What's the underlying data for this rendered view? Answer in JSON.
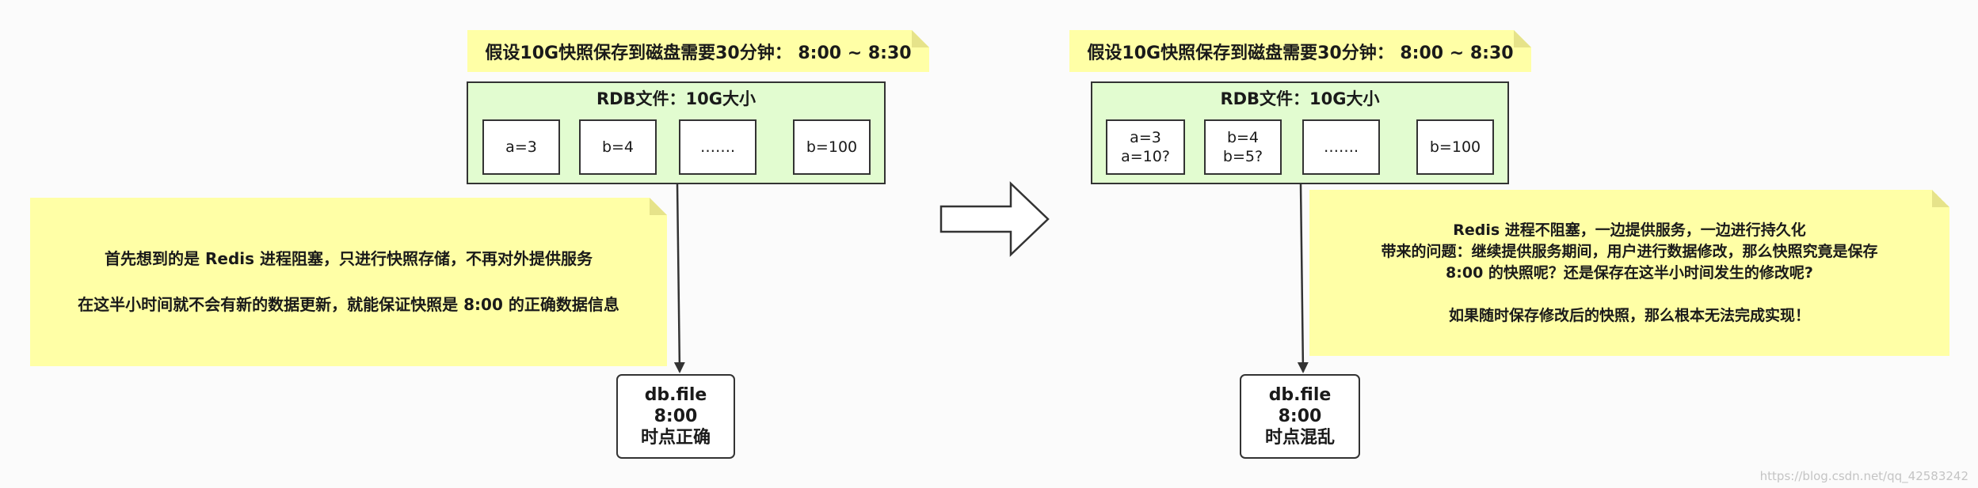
{
  "left": {
    "top_note": "假设10G快照保存到磁盘需要30分钟： 8:00 ~ 8:30",
    "rdb": {
      "title": "RDB文件：10G大小",
      "cells": [
        {
          "lines": [
            "a=3"
          ]
        },
        {
          "lines": [
            "b=4"
          ]
        },
        {
          "lines": [
            "……."
          ]
        },
        {
          "lines": [
            "b=100"
          ]
        }
      ]
    },
    "explanation": [
      "首先想到的是 Redis 进程阻塞，只进行快照存储，不再对外提供服务",
      "",
      "在这半小时间就不会有新的数据更新，就能保证快照是 8:00 的正确数据信息"
    ],
    "file": [
      "db.file",
      "8:00",
      "时点正确"
    ]
  },
  "right": {
    "top_note": "假设10G快照保存到磁盘需要30分钟： 8:00 ~ 8:30",
    "rdb": {
      "title": "RDB文件：10G大小",
      "cells": [
        {
          "lines": [
            "a=3",
            "a=10?"
          ]
        },
        {
          "lines": [
            "b=4",
            "b=5?"
          ]
        },
        {
          "lines": [
            "……."
          ]
        },
        {
          "lines": [
            "b=100"
          ]
        }
      ]
    },
    "explanation": [
      "Redis 进程不阻塞，一边提供服务，一边进行持久化",
      "带来的问题：继续提供服务期间，用户进行数据修改，那么快照究竟是保存",
      "8:00 的快照呢？还是保存在这半小时间发生的修改呢?",
      "",
      "如果随时保存修改后的快照，那么根本无法完成实现！"
    ],
    "file": [
      "db.file",
      "8:00",
      "时点混乱"
    ]
  },
  "watermark": "https://blog.csdn.net/qq_42583242"
}
